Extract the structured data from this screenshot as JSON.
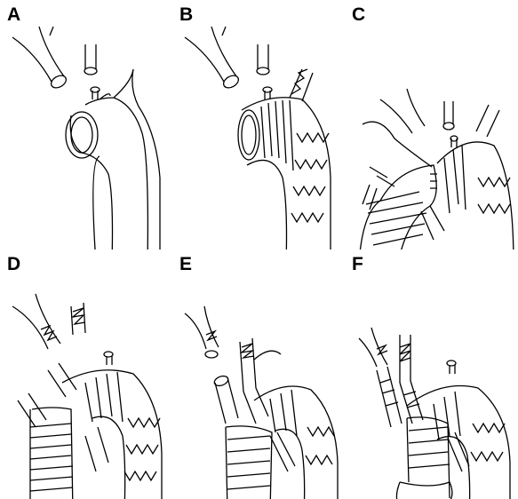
{
  "panels": [
    {
      "label": "A"
    },
    {
      "label": "B"
    },
    {
      "label": "C"
    },
    {
      "label": "D"
    },
    {
      "label": "E"
    },
    {
      "label": "F"
    }
  ],
  "colors": {
    "ink": "#000000",
    "background": "#ffffff"
  }
}
